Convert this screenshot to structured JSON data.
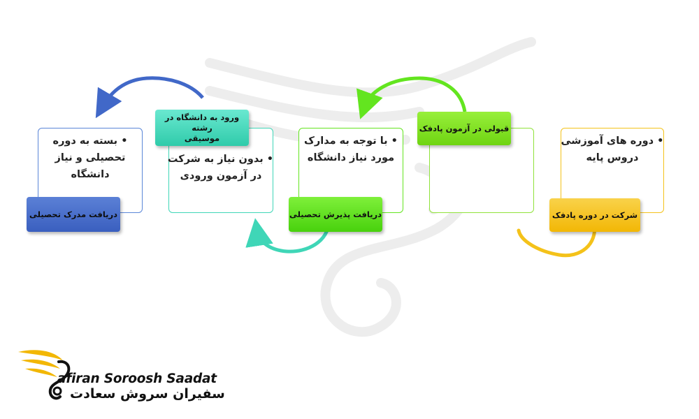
{
  "colors": {
    "blue": "#4168c8",
    "teal": "#3fd6b7",
    "green": "#63e51f",
    "lime": "#7fe21a",
    "gold": "#f4c21a",
    "logo_gold": "#f2b705"
  },
  "steps": [
    {
      "label": "شرکت در دوره پادفک",
      "bullet": "•",
      "text_lines": [
        "دوره های آموزشی",
        "دروس پایه"
      ],
      "color": "#f4c21a"
    },
    {
      "label": "قبولی در آزمون پادفک",
      "bullet": "",
      "text_lines": [],
      "color": "#7fe21a"
    },
    {
      "label": "دریافت پذیرش تحصیلی",
      "bullet": "•",
      "text_lines": [
        "با توجه به مدارک",
        "مورد نیاز دانشگاه"
      ],
      "color": "#63e51f"
    },
    {
      "label_lines": [
        "ورود به دانشگاه در رشته",
        "موسیقی"
      ],
      "bullet": "•",
      "text_lines": [
        "بدون نیاز به شرکت",
        "در آزمون ورودی"
      ],
      "color": "#3fd6b7"
    },
    {
      "label": "دریافت مدرک تحصیلی",
      "bullet": "•",
      "text_lines": [
        "بسته به دوره",
        "تحصیلی و نیاز",
        "دانشگاه"
      ],
      "color": "#4168c8"
    }
  ],
  "brand": {
    "name_en": "Safiran Soroosh Saadat",
    "name_en_visible": "afiran Soroosh Saadat",
    "name_fa": "سفیران سروش سعادت",
    "logo_icon": "golden-wing-swan-icon"
  }
}
